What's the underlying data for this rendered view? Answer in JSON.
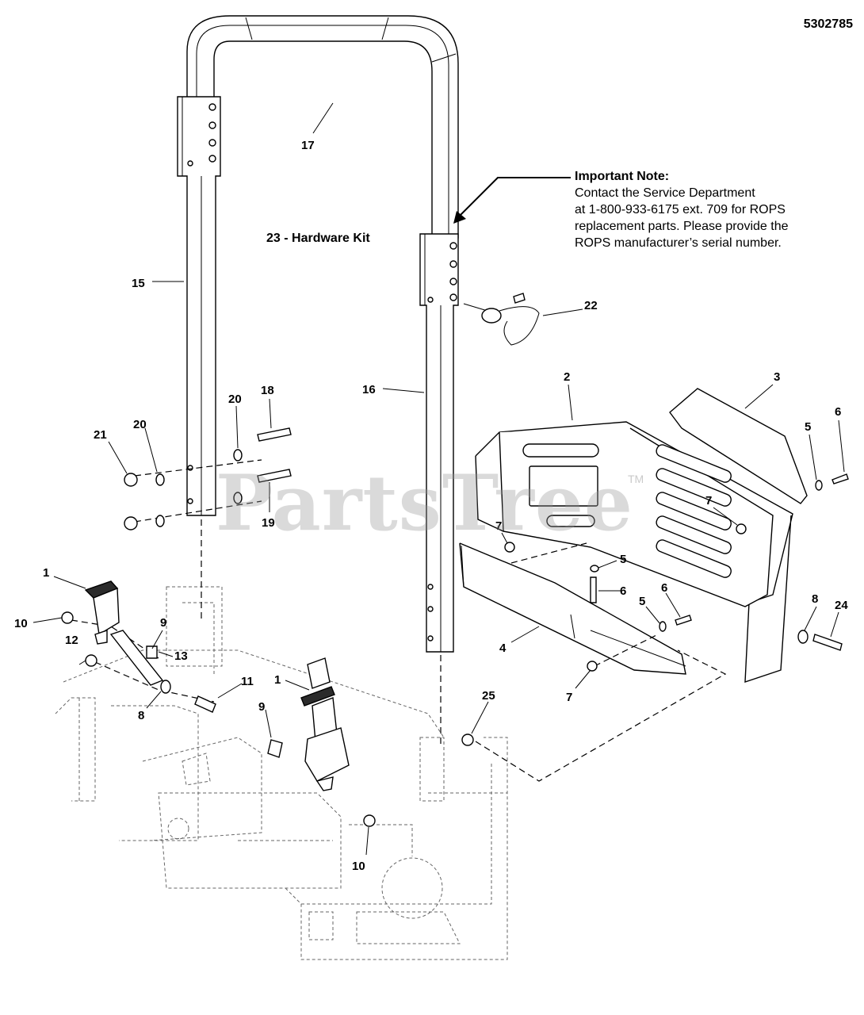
{
  "document_number": "5302785",
  "hardware_kit_label": "23 - Hardware Kit",
  "important_note": {
    "heading": "Important Note:",
    "lines": [
      "Contact the Service Department",
      "at 1-800-933-6175 ext. 709 for ROPS",
      "replacement parts.  Please provide the",
      "ROPS manufacturer’s serial number."
    ]
  },
  "watermark": {
    "text": "PartsTree",
    "trademark": "TM"
  },
  "callouts": [
    {
      "id": "c17",
      "label": "17"
    },
    {
      "id": "c15",
      "label": "15"
    },
    {
      "id": "c16",
      "label": "16"
    },
    {
      "id": "c22",
      "label": "22"
    },
    {
      "id": "c2",
      "label": "2"
    },
    {
      "id": "c3",
      "label": "3"
    },
    {
      "id": "c5a",
      "label": "5"
    },
    {
      "id": "c6a",
      "label": "6"
    },
    {
      "id": "c7a",
      "label": "7"
    },
    {
      "id": "c7b",
      "label": "7"
    },
    {
      "id": "c5b",
      "label": "5"
    },
    {
      "id": "c6b",
      "label": "6"
    },
    {
      "id": "c5c",
      "label": "5"
    },
    {
      "id": "c6c",
      "label": "6"
    },
    {
      "id": "c8a",
      "label": "8"
    },
    {
      "id": "c24",
      "label": "24"
    },
    {
      "id": "c4",
      "label": "4"
    },
    {
      "id": "c7c",
      "label": "7"
    },
    {
      "id": "c25",
      "label": "25"
    },
    {
      "id": "c18",
      "label": "18"
    },
    {
      "id": "c20a",
      "label": "20"
    },
    {
      "id": "c20b",
      "label": "20"
    },
    {
      "id": "c21",
      "label": "21"
    },
    {
      "id": "c19",
      "label": "19"
    },
    {
      "id": "c1a",
      "label": "1"
    },
    {
      "id": "c10a",
      "label": "10"
    },
    {
      "id": "c9a",
      "label": "9"
    },
    {
      "id": "c12",
      "label": "12"
    },
    {
      "id": "c13",
      "label": "13"
    },
    {
      "id": "c8b",
      "label": "8"
    },
    {
      "id": "c11",
      "label": "11"
    },
    {
      "id": "c1b",
      "label": "1"
    },
    {
      "id": "c9b",
      "label": "9"
    },
    {
      "id": "c10b",
      "label": "10"
    }
  ]
}
